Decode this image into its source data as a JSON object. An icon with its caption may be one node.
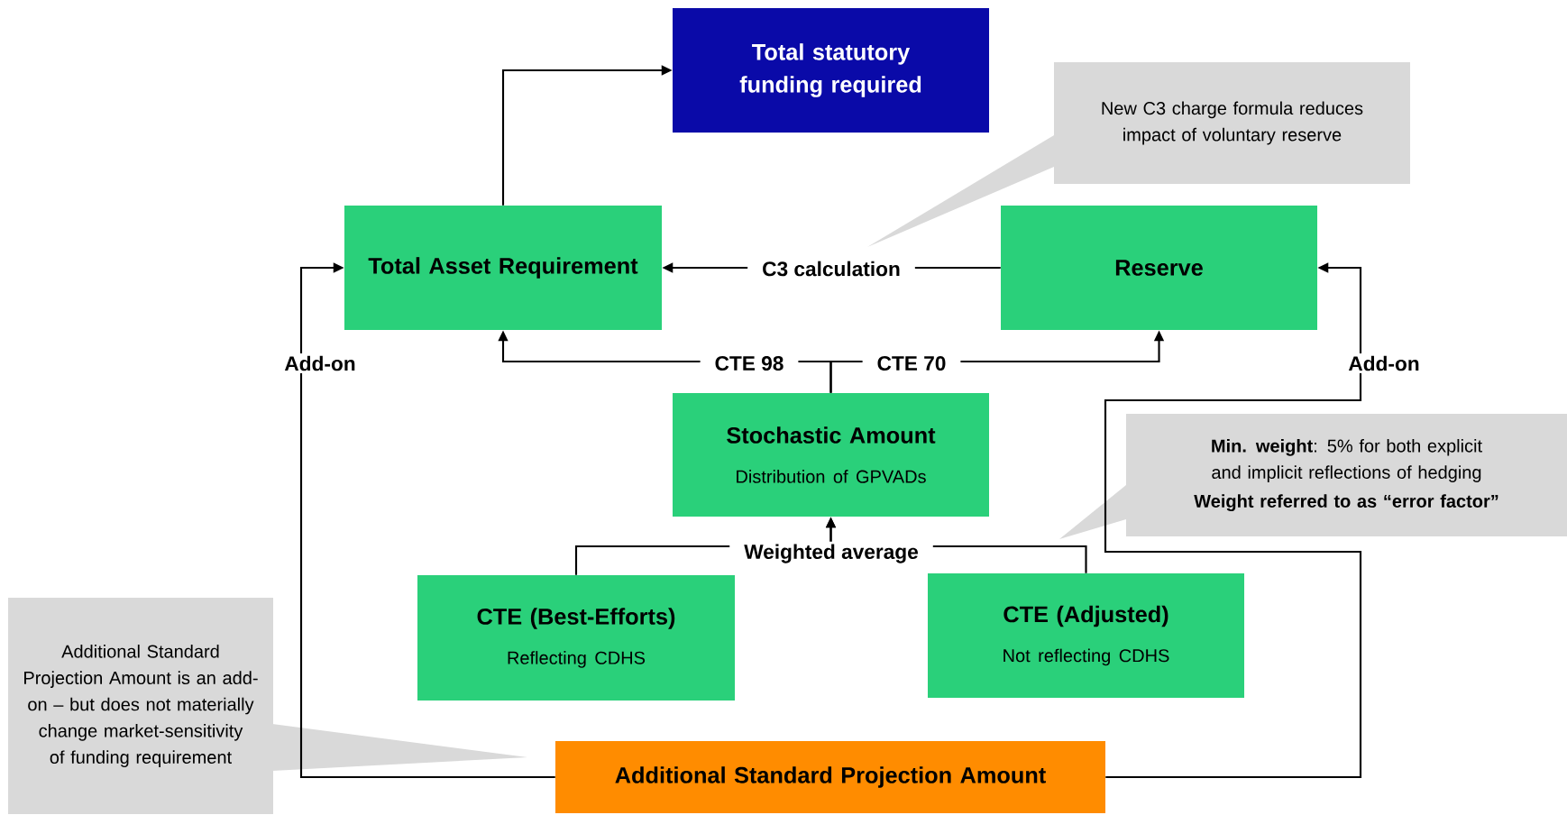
{
  "diagram": {
    "nodes": [
      {
        "text": [
          "Total statutory funding required"
        ]
      },
      {
        "text": [
          "New C3 charge formula reduces impact of voluntary reserve"
        ]
      },
      {
        "text": [
          "Total Asset Requirement"
        ]
      },
      {
        "text": [
          "Reserve"
        ]
      },
      {
        "text": [
          "Stochastic Amount",
          "Distribution of GPVADs"
        ]
      },
      {
        "text": [
          "**Min. weight**: 5% for both explicit and implicit reflections of hedging",
          "Weight referred to as “error factor”"
        ]
      },
      {
        "text": [
          "CTE (Best-Efforts)",
          "Reflecting CDHS"
        ]
      },
      {
        "text": [
          "CTE (Adjusted)",
          "Not reflecting CDHS"
        ]
      },
      {
        "text": [
          "Additional Standard Projection Amount is an add-on – but does not materially change market-sensitivity of funding requirement"
        ]
      },
      {
        "text": [
          "Additional Standard Projection Amount"
        ]
      }
    ],
    "edges": [
      {
        "from": 2,
        "to": 0,
        "arrow": "to"
      },
      {
        "from": 3,
        "to": 2,
        "arrow": "to",
        "label": "C3 calculation"
      },
      {
        "from": 4,
        "to": 2,
        "arrow": "to",
        "label": "CTE 98"
      },
      {
        "from": 4,
        "to": 3,
        "arrow": "to",
        "label": "CTE 70"
      },
      {
        "from": 6,
        "to": 4,
        "arrow": "to",
        "label": "Weighted average"
      },
      {
        "from": 7,
        "to": 4,
        "arrow": "to"
      },
      {
        "from": 9,
        "to": 2,
        "arrow": "to",
        "label": "Add-on"
      },
      {
        "from": 9,
        "to": 3,
        "arrow": "to",
        "label": "Add-on"
      }
    ]
  }
}
